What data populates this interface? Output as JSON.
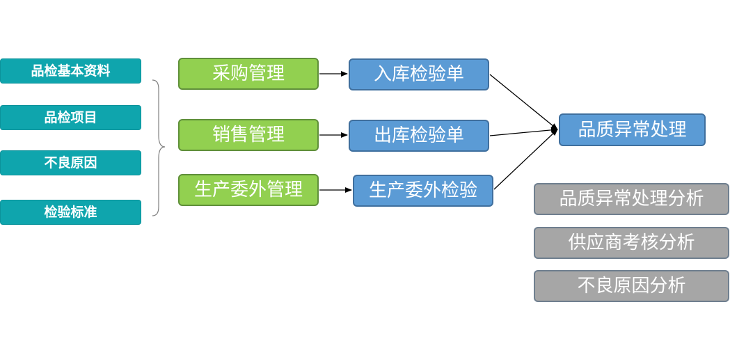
{
  "colors": {
    "teal": "#0fa5ad",
    "green": "#92d050",
    "blue": "#5b9bd5",
    "gray": "#a6a6a6",
    "arrow": "#000000"
  },
  "base_items": [
    "品检基本资料",
    "品检项目",
    "不良原因",
    "检验标准"
  ],
  "source_modules": [
    "采购管理",
    "销售管理",
    "生产委外管理"
  ],
  "inspection_docs": [
    "入库检验单",
    "出库检验单",
    "生产委外检验"
  ],
  "exception_handling": "品质异常处理",
  "analysis_reports": [
    "品质异常处理分析",
    "供应商考核分析",
    "不良原因分析"
  ]
}
